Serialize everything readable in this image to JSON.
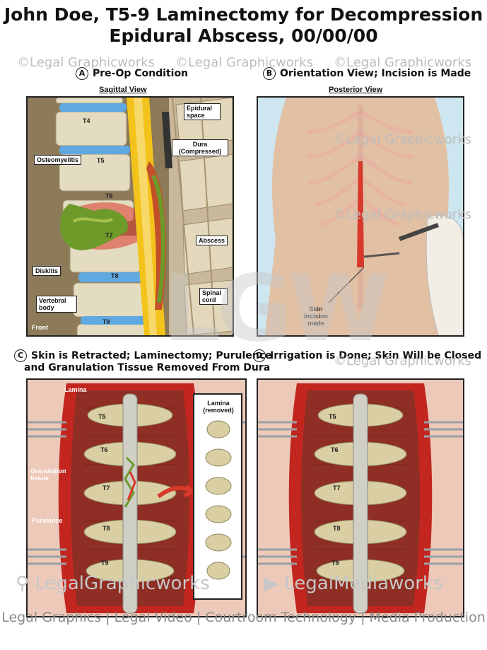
{
  "title": {
    "line1": "John Doe, T5-9 Laminectomy for Decompression",
    "line2": "Epidural Abscess, 00/00/00"
  },
  "watermark": "©Legal Graphicworks",
  "panels": {
    "a": {
      "badge": "A",
      "heading": "Pre-Op Condition",
      "view": "Sagittal View",
      "labels": {
        "epidural": "Epidural space",
        "dura": "Dura (Compressed)",
        "osteomyelitis": "Osteomyelitis",
        "abscess": "Abscess",
        "diskitis": "Diskitis",
        "spinal_cord": "Spinal cord",
        "vertebral_body": "Vertebral body",
        "front": "Front"
      },
      "vertebrae": [
        "T4",
        "T5",
        "T6",
        "T7",
        "T8",
        "T9"
      ]
    },
    "b": {
      "badge": "B",
      "heading": "Orientation View; Incision is Made",
      "view": "Posterior View",
      "labels": {
        "skin_incision": "Skin incision made"
      }
    },
    "c": {
      "badge": "C",
      "heading_line1": "Skin is Retracted; Laminectomy; Purulence",
      "heading_line2": "and Granulation Tissue Removed From Dura",
      "labels": {
        "lamina": "Lamina",
        "lamina_removed": "Lamina (removed)",
        "granulation": "Granulation tissue",
        "purulence": "Purulence"
      },
      "vertebrae": [
        "T5",
        "T6",
        "T7",
        "T8",
        "T9"
      ]
    },
    "d": {
      "badge": "D",
      "heading": "Irrigation is Done; Skin Will be Closed",
      "vertebrae": [
        "T5",
        "T6",
        "T7",
        "T8",
        "T9"
      ]
    }
  },
  "logos": {
    "left": "LegalGraphicworks",
    "right": "LegalMediaworks"
  },
  "big_watermark": "LGW",
  "footer": "Legal Graphics | Legal Video | Courtroom Technology | Media Production",
  "colors": {
    "abscess": "#6e9a2a",
    "inflamed": "#d8392b",
    "dura": "#f3c21b",
    "bone": "#d9cfa2"
  }
}
